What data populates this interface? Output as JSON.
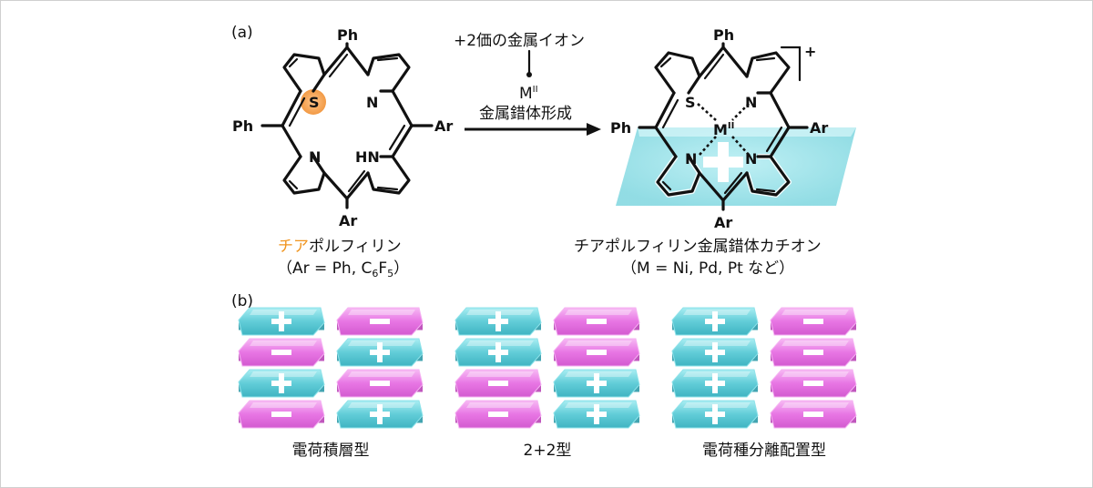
{
  "panel_a": {
    "label": "(a)",
    "reaction": {
      "reagent_line": "+2価の金属イオン",
      "metal_symbol": "M",
      "metal_superscript": "II",
      "process": "金属錯体形成"
    },
    "reactant": {
      "atoms": {
        "top": "Ph",
        "left": "Ph",
        "right": "Ar",
        "bottom": "Ar",
        "s": "S",
        "n1": "N",
        "n2": "N",
        "nh": "HN"
      },
      "caption_highlight": "チア",
      "caption_rest": "ポルフィリン",
      "caption_sub_open": "（Ar = Ph, C",
      "caption_sub_6": "6",
      "caption_sub_f": "F",
      "caption_sub_5": "5",
      "caption_sub_close": "）"
    },
    "product": {
      "atoms": {
        "top": "Ph",
        "left": "Ph",
        "right": "Ar",
        "bottom": "Ar",
        "s": "S",
        "n1": "N",
        "n2": "N",
        "n3": "N",
        "metal": "M",
        "metal_sup": "II"
      },
      "charge": "+",
      "caption": "チアポルフィリン金属錯体カチオン",
      "caption_sub": "（M = Ni, Pd, Pt など）"
    }
  },
  "panel_b": {
    "label": "(b)",
    "groups": [
      {
        "caption": "電荷積層型",
        "stacks": [
          [
            "+",
            "−",
            "+",
            "−"
          ],
          [
            "−",
            "+",
            "−",
            "+"
          ]
        ]
      },
      {
        "caption": "2+2型",
        "stacks": [
          [
            "+",
            "+",
            "−",
            "−"
          ],
          [
            "−",
            "−",
            "+",
            "+"
          ]
        ]
      },
      {
        "caption": "電荷種分離配置型",
        "stacks": [
          [
            "+",
            "+",
            "+",
            "+"
          ],
          [
            "−",
            "−",
            "−",
            "−"
          ]
        ]
      }
    ]
  },
  "colors": {
    "accent_orange": "#f0941e",
    "sulfur_highlight": "#f7a95a",
    "cation_cyan": "#6ed3dc",
    "anion_magenta": "#ea7ce6",
    "text": "#111111"
  }
}
